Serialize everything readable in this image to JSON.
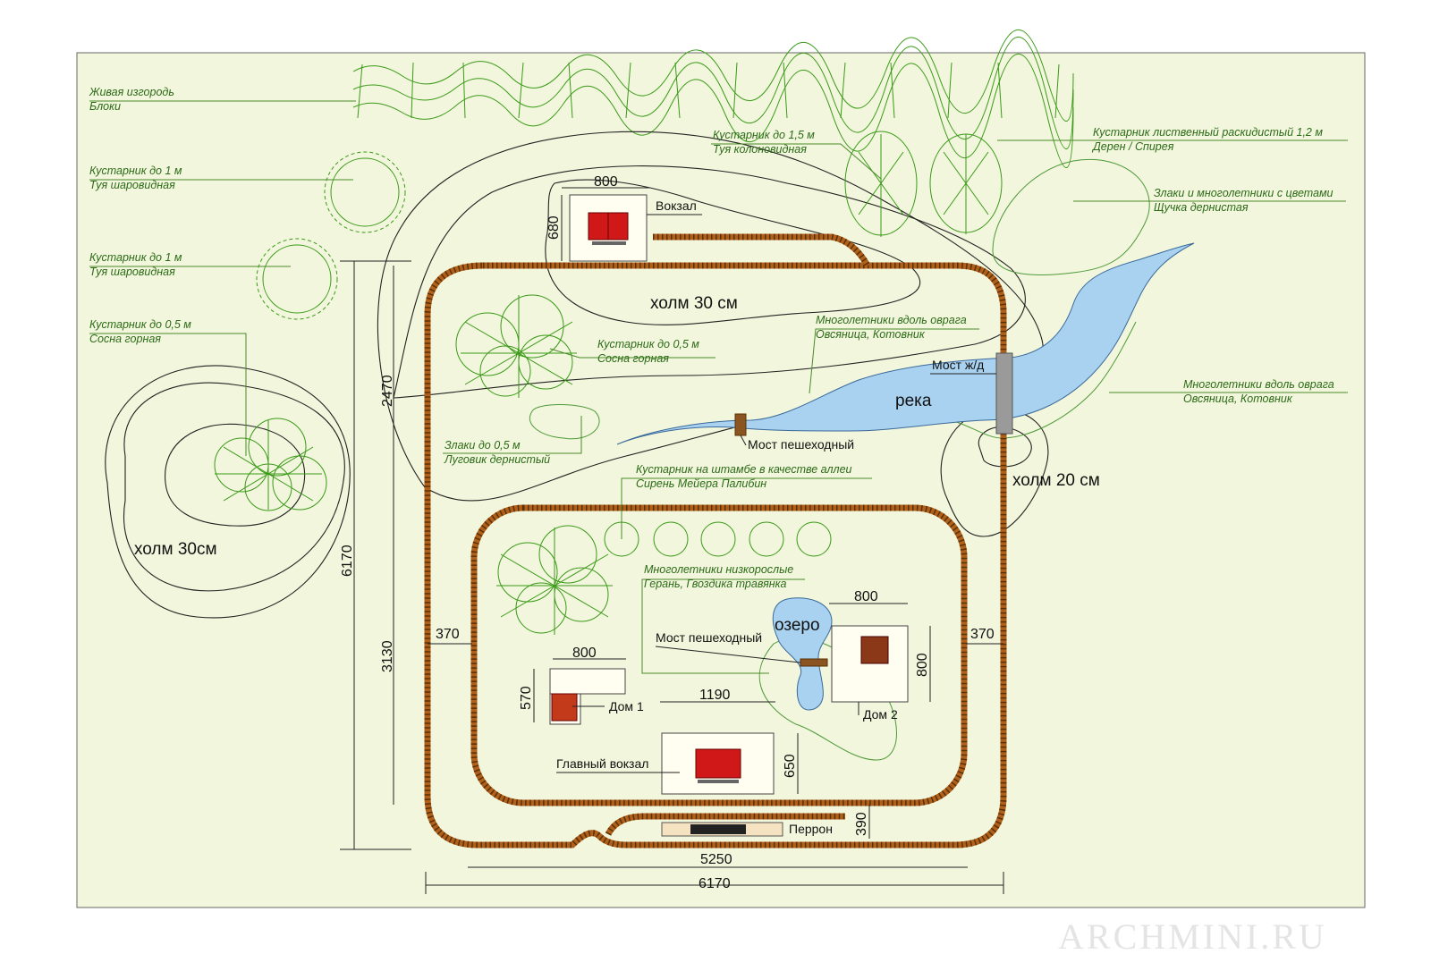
{
  "labels": {
    "hedge_1": "Живая изгородь",
    "hedge_2": "Блоки",
    "shrub_a_1": "Кустарник до 1 м",
    "shrub_a_2": "Туя шаровидная",
    "shrub_b_1": "Кустарник до 1 м",
    "shrub_b_2": "Туя шаровидная",
    "shrub_c_1": "Кустарник до 0,5 м",
    "shrub_c_2": "Сосна горная",
    "shrub_d_1": "Кустарник до 1,5 м",
    "shrub_d_2": "Туя колоновидная",
    "shrub_e_1": "Кустарник лиственный раскидистый 1,2 м",
    "shrub_e_2": "Дерен / Спирея",
    "grass_a_1": "Злаки и многолетники с цветами",
    "grass_a_2": "Щучка дернистая",
    "shrub_f_1": "Кустарник до 0,5 м",
    "shrub_f_2": "Сосна горная",
    "perennial_a_1": "Многолетники вдоль оврага",
    "perennial_a_2": "Овсяница, Котовник",
    "perennial_b_1": "Многолетники вдоль оврага",
    "perennial_b_2": "Овсяница, Котовник",
    "grass_b_1": "Злаки до 0,5 м",
    "grass_b_2": "Луговик дернистый",
    "alley_1": "Кустарник на штамбе в качестве аллеи",
    "alley_2": "Сирень Мейера Палибин",
    "low_1": "Многолетники низкорослые",
    "low_2": "Герань, Гвоздика травянка",
    "station": "Вокзал",
    "hill_top": "холм 30 см",
    "hill_left": "холм 30см",
    "hill_right": "холм 20 см",
    "river": "река",
    "rail_bridge": "Мост ж/д",
    "foot_bridge_1": "Мост пешеходный",
    "foot_bridge_2": "Мост пешеходный",
    "lake": "озеро",
    "house1": "Дом 1",
    "house2": "Дом 2",
    "main_station": "Главный вокзал",
    "platform": "Перрон",
    "watermark": "ARCHMINI.RU"
  },
  "dimensions": {
    "station_w": "800",
    "station_h": "680",
    "left_upper": "2470",
    "left_total": "6170",
    "left_lower": "3130",
    "gap_left": "370",
    "gap_right": "370",
    "house1_w": "800",
    "house1_h": "570",
    "house2_w": "800",
    "house2_h": "800",
    "main_w": "1190",
    "main_h": "650",
    "platform_h": "390",
    "inner_w": "5250",
    "outer_w": "6170"
  },
  "colors": {
    "background": "#f2f6dc",
    "water": "#a9d1f0",
    "rail": "#b0601a",
    "ties": "#5a3005",
    "building_red": "#d01818",
    "building_brown": "#8a3818",
    "greenery": "#3a9a18"
  }
}
